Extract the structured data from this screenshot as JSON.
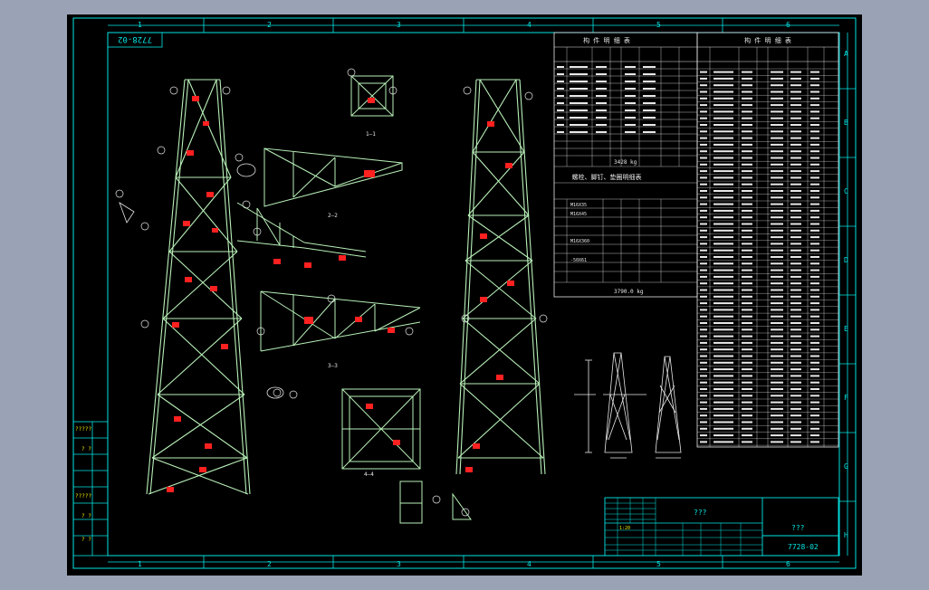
{
  "drawing_number": "7728-02",
  "grid_columns": [
    "1",
    "2",
    "3",
    "4",
    "5",
    "6"
  ],
  "grid_rows": [
    "A",
    "B",
    "C",
    "D",
    "E",
    "F",
    "G",
    "H"
  ],
  "section_labels": {
    "s1": "1—1",
    "s2": "2—2",
    "s3": "3—3",
    "s4": "4—4"
  },
  "tables": {
    "member_table_title": "构    件    明    细    表",
    "member_table_title_right": "构    件    明    细    表",
    "bolt_table_title": "螺栓、脚钉、垫圈明细表",
    "member_total": "3428 kg",
    "grand_total": "3790.0 kg",
    "bolt_rows": [
      "M16X35",
      "M16X45",
      "M16X360",
      "-50X61"
    ]
  },
  "title_block": {
    "project_name": "???",
    "drawing_title": "???",
    "drawing_code": "7728-02",
    "scale_label": "1:20"
  },
  "left_side_labels": [
    "?????",
    "? ?",
    "?????",
    "? ?",
    "? ?"
  ],
  "colors": {
    "background": "#000000",
    "frame": "#00e5e5",
    "steel_member": "#b8f0b8",
    "detail_text": "#e8e8e8",
    "part_callout": "#ff2020",
    "title_block": "#00e5e5"
  }
}
